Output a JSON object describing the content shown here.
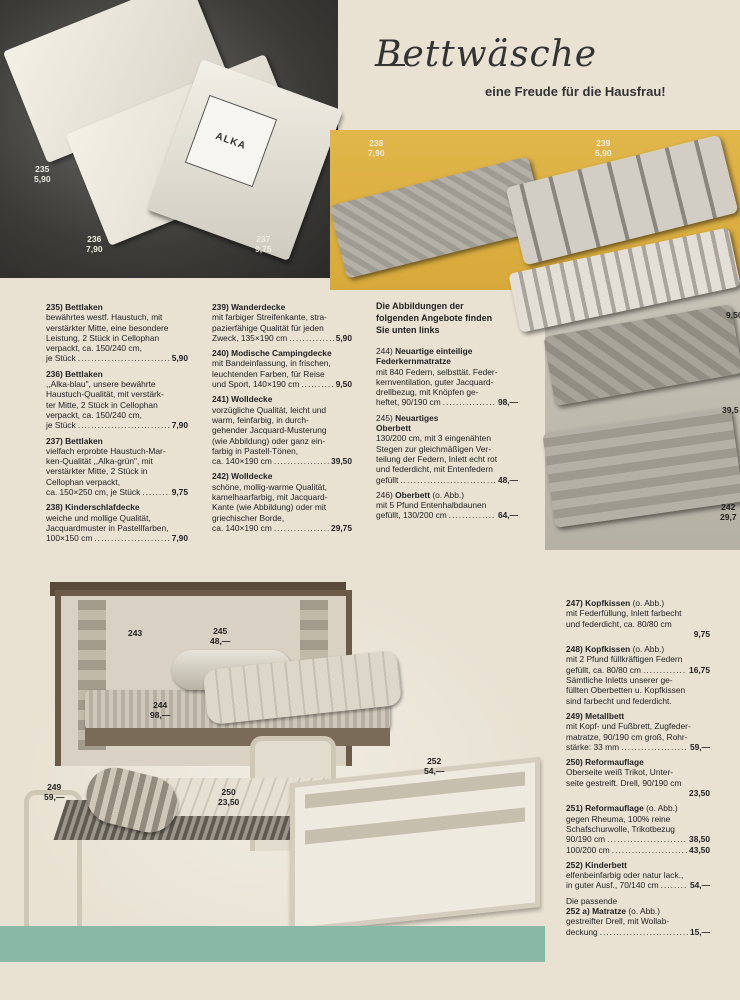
{
  "header": {
    "title": "Bettwäsche",
    "subtitle": "eine Freude für die Hausfrau!"
  },
  "photo_labels": {
    "p235": {
      "num": "235",
      "price": "5,90"
    },
    "p236": {
      "num": "236",
      "price": "7,90"
    },
    "p237": {
      "num": "237",
      "price": "9,75"
    },
    "p238": {
      "num": "238",
      "price": "7,90"
    },
    "p239": {
      "num": "239",
      "price": "5,90"
    },
    "p240_price": "9,50",
    "p241_price": "39,5",
    "p242": {
      "num": "242",
      "price": "29,7"
    },
    "pack_label": "ALKA"
  },
  "furniture_labels": {
    "f243": "243",
    "f245": {
      "num": "245",
      "price": "48,—"
    },
    "f244": {
      "num": "244",
      "price": "98,—"
    },
    "f249": {
      "num": "249",
      "price": "59,—"
    },
    "f250": {
      "num": "250",
      "price": "23,50"
    },
    "f252": {
      "num": "252",
      "price": "54,—"
    }
  },
  "col1": [
    {
      "head": "235) Bettlaken",
      "body": [
        "bewährtes westf. Haustuch, mit",
        "verstärkter Mitte, eine besondere",
        "Leistung, 2 Stück in Cellophan",
        "verpackt, ca. 150/240 cm,"
      ],
      "price_text": "je Stück",
      "price": "5,90"
    },
    {
      "head": "236) Bettlaken",
      "body": [
        ",,Alka-blau\", unsere bewährte",
        "Haustuch-Qualität, mit verstärk-",
        "ter Mitte, 2 Stück in Cellophan",
        "verpackt, ca. 150/240 cm,"
      ],
      "price_text": "je Stück",
      "price": "7,90"
    },
    {
      "head": "237) Bettlaken",
      "body": [
        "vielfach erprobte Haustuch-Mar-",
        "ken-Qualität ,,Alka-grün\", mit",
        "verstärkter Mitte, 2 Stück in",
        "Cellophan verpackt,"
      ],
      "price_text": "ca. 150×250 cm, je Stück",
      "price": "9,75"
    },
    {
      "head": "238) Kinderschlafdecke",
      "body": [
        "weiche und mollige Qualität,",
        "Jacquardmuster in Pastellfarben,"
      ],
      "price_text": "100×150 cm",
      "price": "7,90"
    }
  ],
  "col2": [
    {
      "head": "239) Wanderdecke",
      "body": [
        "mit farbiger Streifenkante, stra-",
        "pazierfähige Qualität für jeden"
      ],
      "price_text": "Zweck, 135×190 cm",
      "price": "5,90"
    },
    {
      "head": "240) Modische Campingdecke",
      "body": [
        "mit Bandeinfassung, in frischen,",
        "leuchtenden Farben, für Reise"
      ],
      "price_text": "und Sport, 140×190 cm",
      "price": "9,50"
    },
    {
      "head": "241) Wolldecke",
      "body": [
        "vorzügliche Qualität, leicht und",
        "warm, feinfarbig, in durch-",
        "gehender Jacquard-Musterung",
        "(wie Abbildung) oder ganz ein-",
        "farbig in Pastell-Tönen,"
      ],
      "price_text": "ca. 140×190 cm",
      "price": "39,50"
    },
    {
      "head": "242) Wolldecke",
      "body": [
        "schöne, mollig-warme Qualität,",
        "kamelhaarfarbig, mit Jacquard-",
        "Kante (wie Abbildung) oder mit",
        "griechischer Borde,"
      ],
      "price_text": "ca. 140×190 cm",
      "price": "29,75"
    }
  ],
  "col3_note": [
    "Die Abbildungen der",
    "folgenden Angebote finden",
    "Sie unten links"
  ],
  "col3": [
    {
      "head_num": "244)",
      "head": "Neuartige einteilige",
      "head2": "Federkernmatratze",
      "body": [
        "mit 840 Federn, selbsttät. Feder-",
        "kernventilation, guter Jacquard-",
        "drellbezug, mit Knöpfen ge-"
      ],
      "price_text": "heftet, 90/190 cm",
      "price": "98,—"
    },
    {
      "head_num": "245)",
      "head": "Neuartiges",
      "head2": "Oberbett",
      "body": [
        "130/200 cm, mit 3 eingenähten",
        "Stegen zur gleichmäßigen Ver-",
        "teilung der Federn, Inlett echt rot",
        "und federdicht, mit Entenfedern"
      ],
      "price_text": "gefüllt",
      "price": "48,—"
    },
    {
      "head_num": "246)",
      "head": "Oberbett",
      "head_note": "(o. Abb.)",
      "body": [
        "mit 5 Pfund Entenhalbdaunen"
      ],
      "price_text": "gefüllt, 130/200 cm",
      "price": "64,—"
    }
  ],
  "col4": [
    {
      "head": "247) Kopfkissen",
      "head_note": "(o. Abb.)",
      "body": [
        "mit Federfüllung, Inlett farbecht",
        "und federdicht, ca. 80/80 cm"
      ],
      "price": "9,75"
    },
    {
      "head": "248) Kopfkissen",
      "head_note": "(o. Abb.)",
      "body": [
        "mit 2 Pfund füllkräftigen Federn"
      ],
      "price_text": "gefüllt, ca. 80/80 cm",
      "price": "16,75",
      "body2": [
        "Sämtliche Inletts unserer ge-",
        "füllten Oberbetten u. Kopfkissen",
        "sind farbecht und federdicht."
      ]
    },
    {
      "head": "249) Metallbett",
      "body": [
        "mit Kopf- und Fußbrett, Zugfeder-",
        "matratze, 90/190 cm groß, Rohr-"
      ],
      "price_text": "stärke: 33 mm",
      "price": "59,—"
    },
    {
      "head": "250) Reformauflage",
      "body": [
        "Oberseite weiß Trikot, Unter-",
        "seite gestreift. Drell, 90/190 cm"
      ],
      "price": "23,50"
    },
    {
      "head": "251) Reformauflage",
      "head_note": "(o. Abb.)",
      "body": [
        "gegen Rheuma, 100% reine",
        "Schafschurwolle, Trikotbezug"
      ],
      "rows": [
        {
          "label": "90/190 cm",
          "price": "38,50"
        },
        {
          "label": "100/200 cm",
          "price": "43,50"
        }
      ]
    },
    {
      "head": "252) Kinderbett",
      "body": [
        "elfenbeinfarbig oder natur lack.,"
      ],
      "price_text": "in guter Ausf., 70/140 cm",
      "price": "54,—"
    },
    {
      "pre": "Die passende",
      "head": "252 a) Matratze",
      "head_note": "(o. Abb.)",
      "body": [
        "gestreifter Drell, mit Wollab-"
      ],
      "price_text": "deckung",
      "price": "15,—"
    }
  ]
}
